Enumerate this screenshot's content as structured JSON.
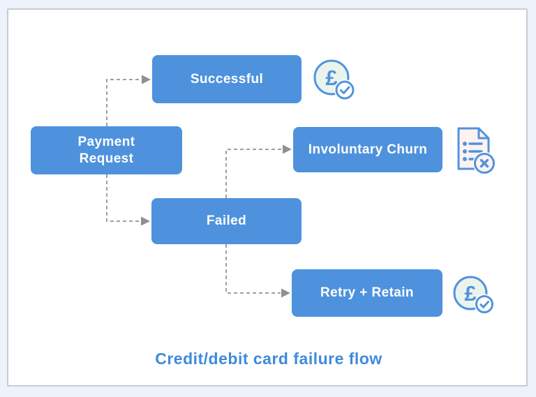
{
  "title": "Credit/debit card failure flow",
  "nodes": {
    "payment_request": {
      "label": "Payment\nRequest"
    },
    "successful": {
      "label": "Successful"
    },
    "involuntary_churn": {
      "label": "Involuntary Churn"
    },
    "failed": {
      "label": "Failed"
    },
    "retry_retain": {
      "label": "Retry + Retain"
    }
  },
  "icons": {
    "pound_symbol": "£",
    "successful_icon": "pound-coin-check-icon",
    "involuntary_churn_icon": "document-list-x-icon",
    "retry_retain_icon": "pound-coin-check-icon"
  },
  "colors": {
    "background": "#edf2fb",
    "card_bg": "#ffffff",
    "card_border": "#c7cbd3",
    "node_fill": "#4e92dd",
    "node_text": "#ffffff",
    "connector": "#9b9fa4",
    "arrowhead": "#8d9196",
    "icon_stroke": "#5093dd",
    "coin_fill": "#eaf4ec",
    "doc_fill": "#fdf2f0",
    "title_text": "#3d8bdb"
  }
}
